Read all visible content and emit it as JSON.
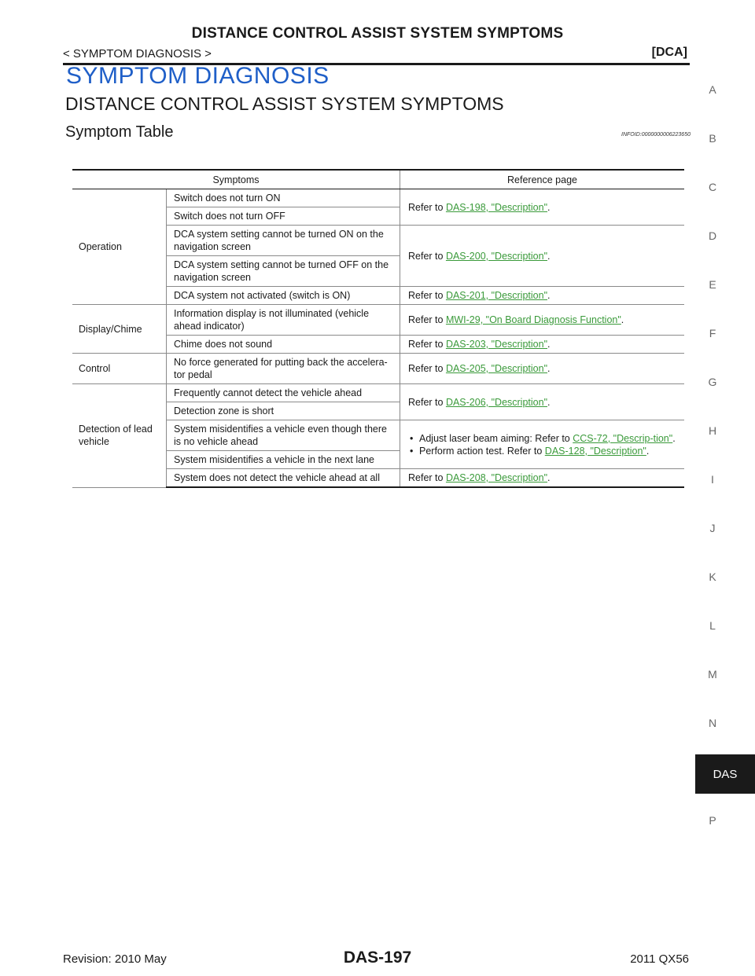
{
  "header": {
    "title": "DISTANCE CONTROL ASSIST SYSTEM SYMPTOMS",
    "section": "< SYMPTOM DIAGNOSIS >",
    "code": "[DCA]"
  },
  "headings": {
    "h1": "SYMPTOM DIAGNOSIS",
    "h2": "DISTANCE CONTROL ASSIST SYSTEM SYMPTOMS",
    "h3": "Symptom Table",
    "infoid": "INFOID:0000000006223650"
  },
  "table": {
    "col_symptoms": "Symptoms",
    "col_reference": "Reference page",
    "categories": {
      "operation": "Operation",
      "display": "Display/Chime",
      "control": "Control",
      "detection": "Detection of lead vehicle"
    },
    "rows": [
      {
        "symptom": "Switch does not turn ON"
      },
      {
        "symptom": "Switch does not turn OFF"
      },
      {
        "symptom": "DCA system setting cannot be turned ON on the navigation screen"
      },
      {
        "symptom": "DCA system setting cannot be turned OFF on the navigation screen"
      },
      {
        "symptom": "DCA system not activated (switch is ON)"
      },
      {
        "symptom": "Information display is not illuminated (vehicle ahead indicator)"
      },
      {
        "symptom": "Chime does not sound"
      },
      {
        "symptom": "No force generated for putting back the accelera-tor pedal"
      },
      {
        "symptom": "Frequently cannot detect the vehicle ahead"
      },
      {
        "symptom": "Detection zone is short"
      },
      {
        "symptom": "System misidentifies a vehicle even though there is no vehicle ahead"
      },
      {
        "symptom": "System misidentifies a vehicle in the next lane"
      },
      {
        "symptom": "System does not detect the vehicle ahead at all"
      }
    ],
    "refs": {
      "r1": {
        "prefix": "Refer to ",
        "link": "DAS-198, \"Description\"",
        "suffix": "."
      },
      "r2": {
        "prefix": "Refer to ",
        "link": "DAS-200, \"Description\"",
        "suffix": "."
      },
      "r3": {
        "prefix": "Refer to ",
        "link": "DAS-201, \"Description\"",
        "suffix": "."
      },
      "r4": {
        "prefix": "Refer to ",
        "link": "MWI-29, \"On Board Diagnosis Function\"",
        "suffix": "."
      },
      "r5": {
        "prefix": "Refer to ",
        "link": "DAS-203, \"Description\"",
        "suffix": "."
      },
      "r6": {
        "prefix": "Refer to ",
        "link": "DAS-205, \"Description\"",
        "suffix": "."
      },
      "r7": {
        "prefix": "Refer to ",
        "link": "DAS-206, \"Description\"",
        "suffix": "."
      },
      "r8a": {
        "prefix": "Adjust laser beam aiming: Refer to ",
        "link": "CCS-72, \"Descrip-tion\"",
        "suffix": "."
      },
      "r8b": {
        "prefix": "Perform action test. Refer to ",
        "link": "DAS-128, \"Description\"",
        "suffix": "."
      },
      "r9": {
        "prefix": "Refer to ",
        "link": "DAS-208, \"Description\"",
        "suffix": "."
      }
    }
  },
  "side_index": [
    "A",
    "B",
    "C",
    "D",
    "E",
    "F",
    "G",
    "H",
    "I",
    "J",
    "K",
    "L",
    "M",
    "N",
    "P"
  ],
  "side_tab": "DAS",
  "footer": {
    "revision": "Revision: 2010 May",
    "page": "DAS-197",
    "model": "2011 QX56"
  }
}
